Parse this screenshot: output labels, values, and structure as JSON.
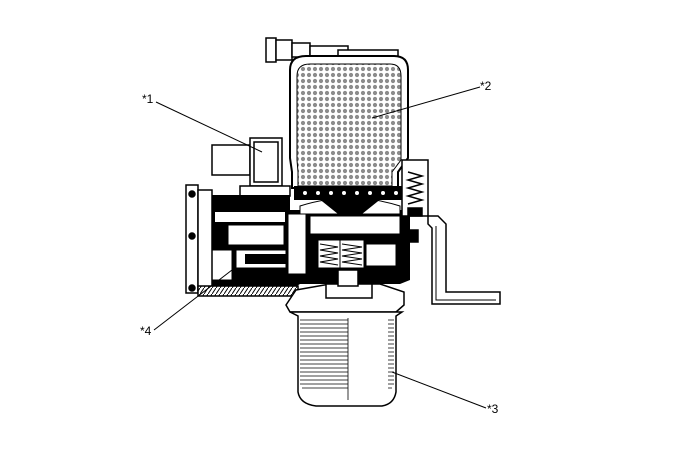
{
  "callouts": {
    "c1": "*1",
    "c2": "*2",
    "c3": "*3",
    "c4": "*4"
  },
  "colors": {
    "ink": "#000000",
    "paper": "#ffffff",
    "filter_mesh": "#9a9a9a"
  }
}
